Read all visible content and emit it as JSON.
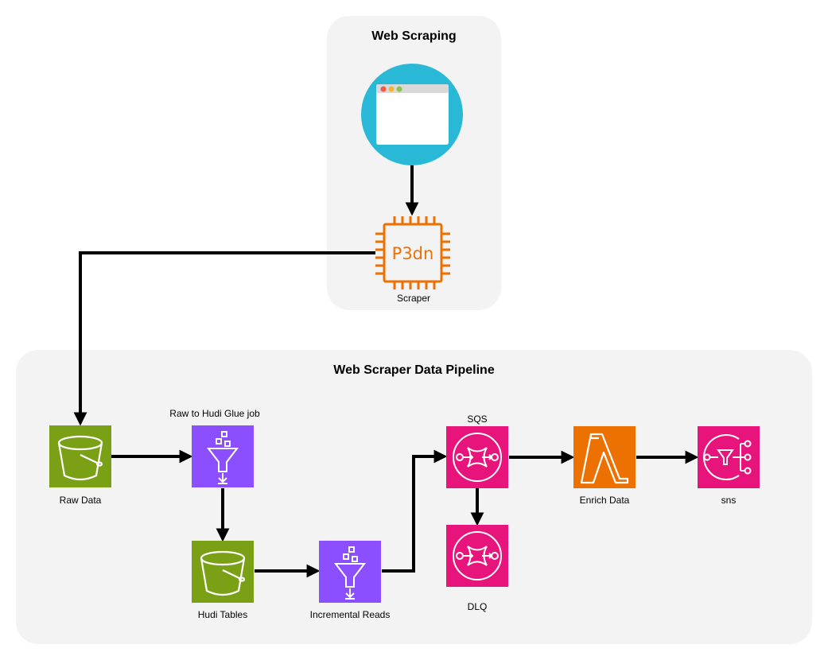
{
  "groups": {
    "web_scraping": {
      "title": "Web Scraping"
    },
    "pipeline": {
      "title": "Web Scraper Data Pipeline"
    }
  },
  "nodes": {
    "browser": {
      "icon": "browser-window-icon"
    },
    "scraper": {
      "label": "Scraper",
      "chip_text": "P3dn",
      "icon": "ec2-p3dn-instance-icon",
      "color": "#ED7100"
    },
    "raw_data": {
      "label": "Raw Data",
      "icon": "s3-bucket-icon",
      "color": "#7AA116"
    },
    "glue_job": {
      "label": "Raw to Hudi Glue job",
      "icon": "glue-icon",
      "color": "#8C4FFF"
    },
    "hudi_tables": {
      "label": "Hudi Tables",
      "icon": "s3-bucket-icon",
      "color": "#7AA116"
    },
    "incremental_reads": {
      "label": "Incremental Reads",
      "icon": "glue-icon",
      "color": "#8C4FFF"
    },
    "sqs": {
      "label": "SQS",
      "icon": "sqs-icon",
      "color": "#E7157B"
    },
    "dlq": {
      "label": "DLQ",
      "icon": "sqs-icon",
      "color": "#E7157B"
    },
    "enrich_data": {
      "label": "Enrich Data",
      "icon": "lambda-icon",
      "color": "#ED7100"
    },
    "sns": {
      "label": "sns",
      "icon": "sns-icon",
      "color": "#E7157B"
    }
  },
  "edges": [
    {
      "from": "browser",
      "to": "scraper"
    },
    {
      "from": "scraper",
      "to": "raw_data"
    },
    {
      "from": "raw_data",
      "to": "glue_job"
    },
    {
      "from": "glue_job",
      "to": "hudi_tables"
    },
    {
      "from": "hudi_tables",
      "to": "incremental_reads"
    },
    {
      "from": "incremental_reads",
      "to": "sqs"
    },
    {
      "from": "sqs",
      "to": "dlq"
    },
    {
      "from": "sqs",
      "to": "enrich_data"
    },
    {
      "from": "enrich_data",
      "to": "sns"
    }
  ]
}
